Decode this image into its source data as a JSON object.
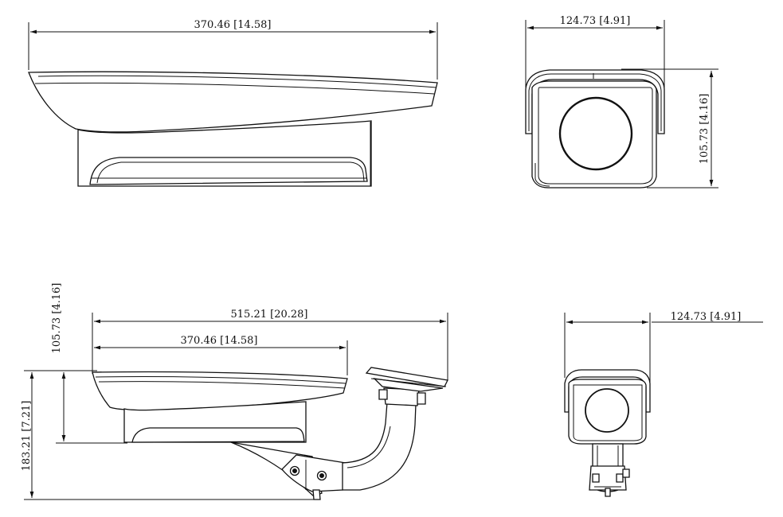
{
  "drawing": {
    "views": {
      "side_top": {
        "width_label": "370.46 [14.58]"
      },
      "front_top": {
        "width_label": "124.73 [4.91]",
        "height_label": "105.73 [4.16]"
      },
      "side_bracket": {
        "overall_label": "515.21 [20.28]",
        "housing_label": "370.46 [14.58]",
        "housing_height_label": "105.73 [4.16]",
        "total_height_label": "183.21 [7.21]"
      },
      "front_bracket": {
        "width_label": "124.73 [4.91]"
      }
    }
  }
}
